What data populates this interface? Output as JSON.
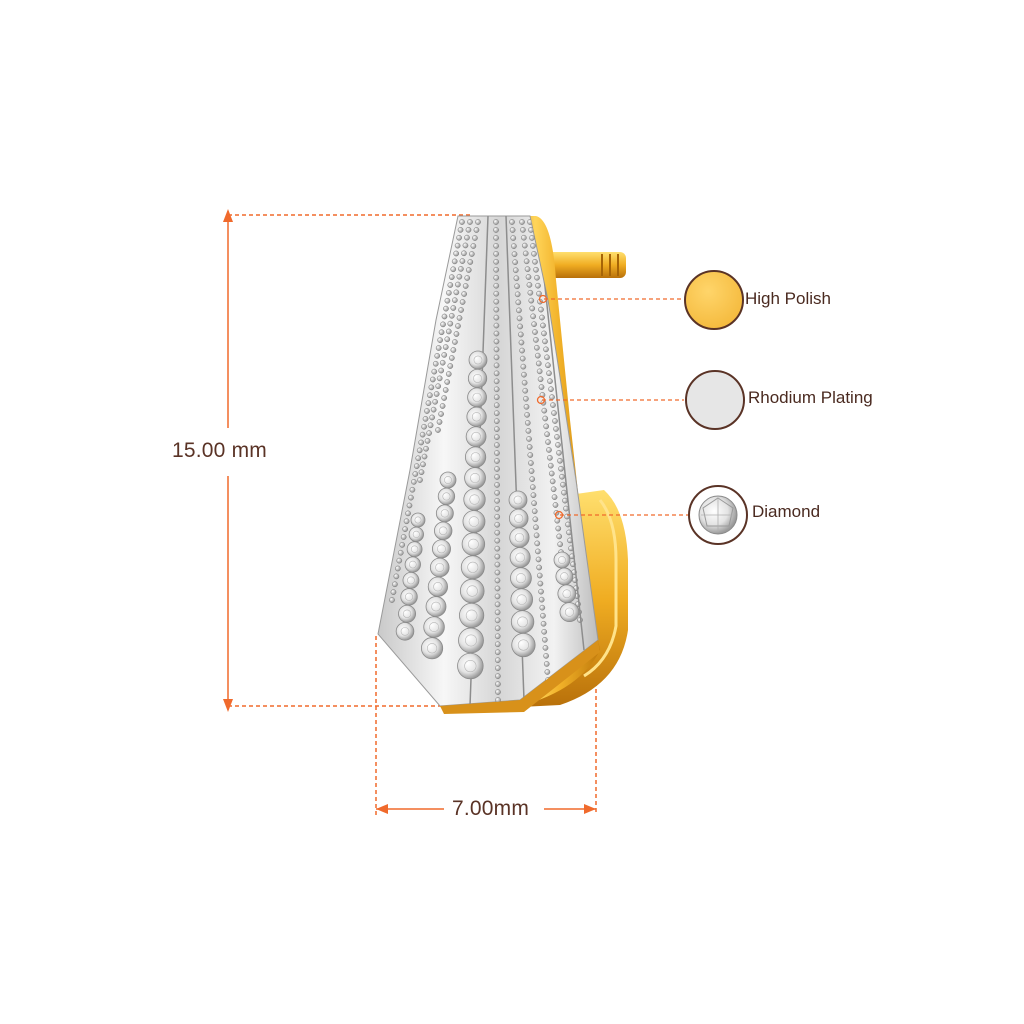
{
  "dimensions": {
    "height_label": "15.00 mm",
    "width_label": "7.00mm"
  },
  "legend": [
    {
      "label": "High Polish",
      "swatch": "high-polish-swatch",
      "color": "#f9c955"
    },
    {
      "label": "Rhodium Plating",
      "swatch": "rhodium-swatch",
      "color": "#e6e6e6"
    },
    {
      "label": "Diamond",
      "swatch": "diamond-swatch",
      "color": "#ffffff"
    }
  ],
  "colors": {
    "dimension_line": "#f06a2c",
    "text": "#5a3326",
    "swatch_border": "#5a3326",
    "gold": "#e9a51c",
    "gold_light": "#ffd55a",
    "gold_dark": "#b26b08"
  }
}
